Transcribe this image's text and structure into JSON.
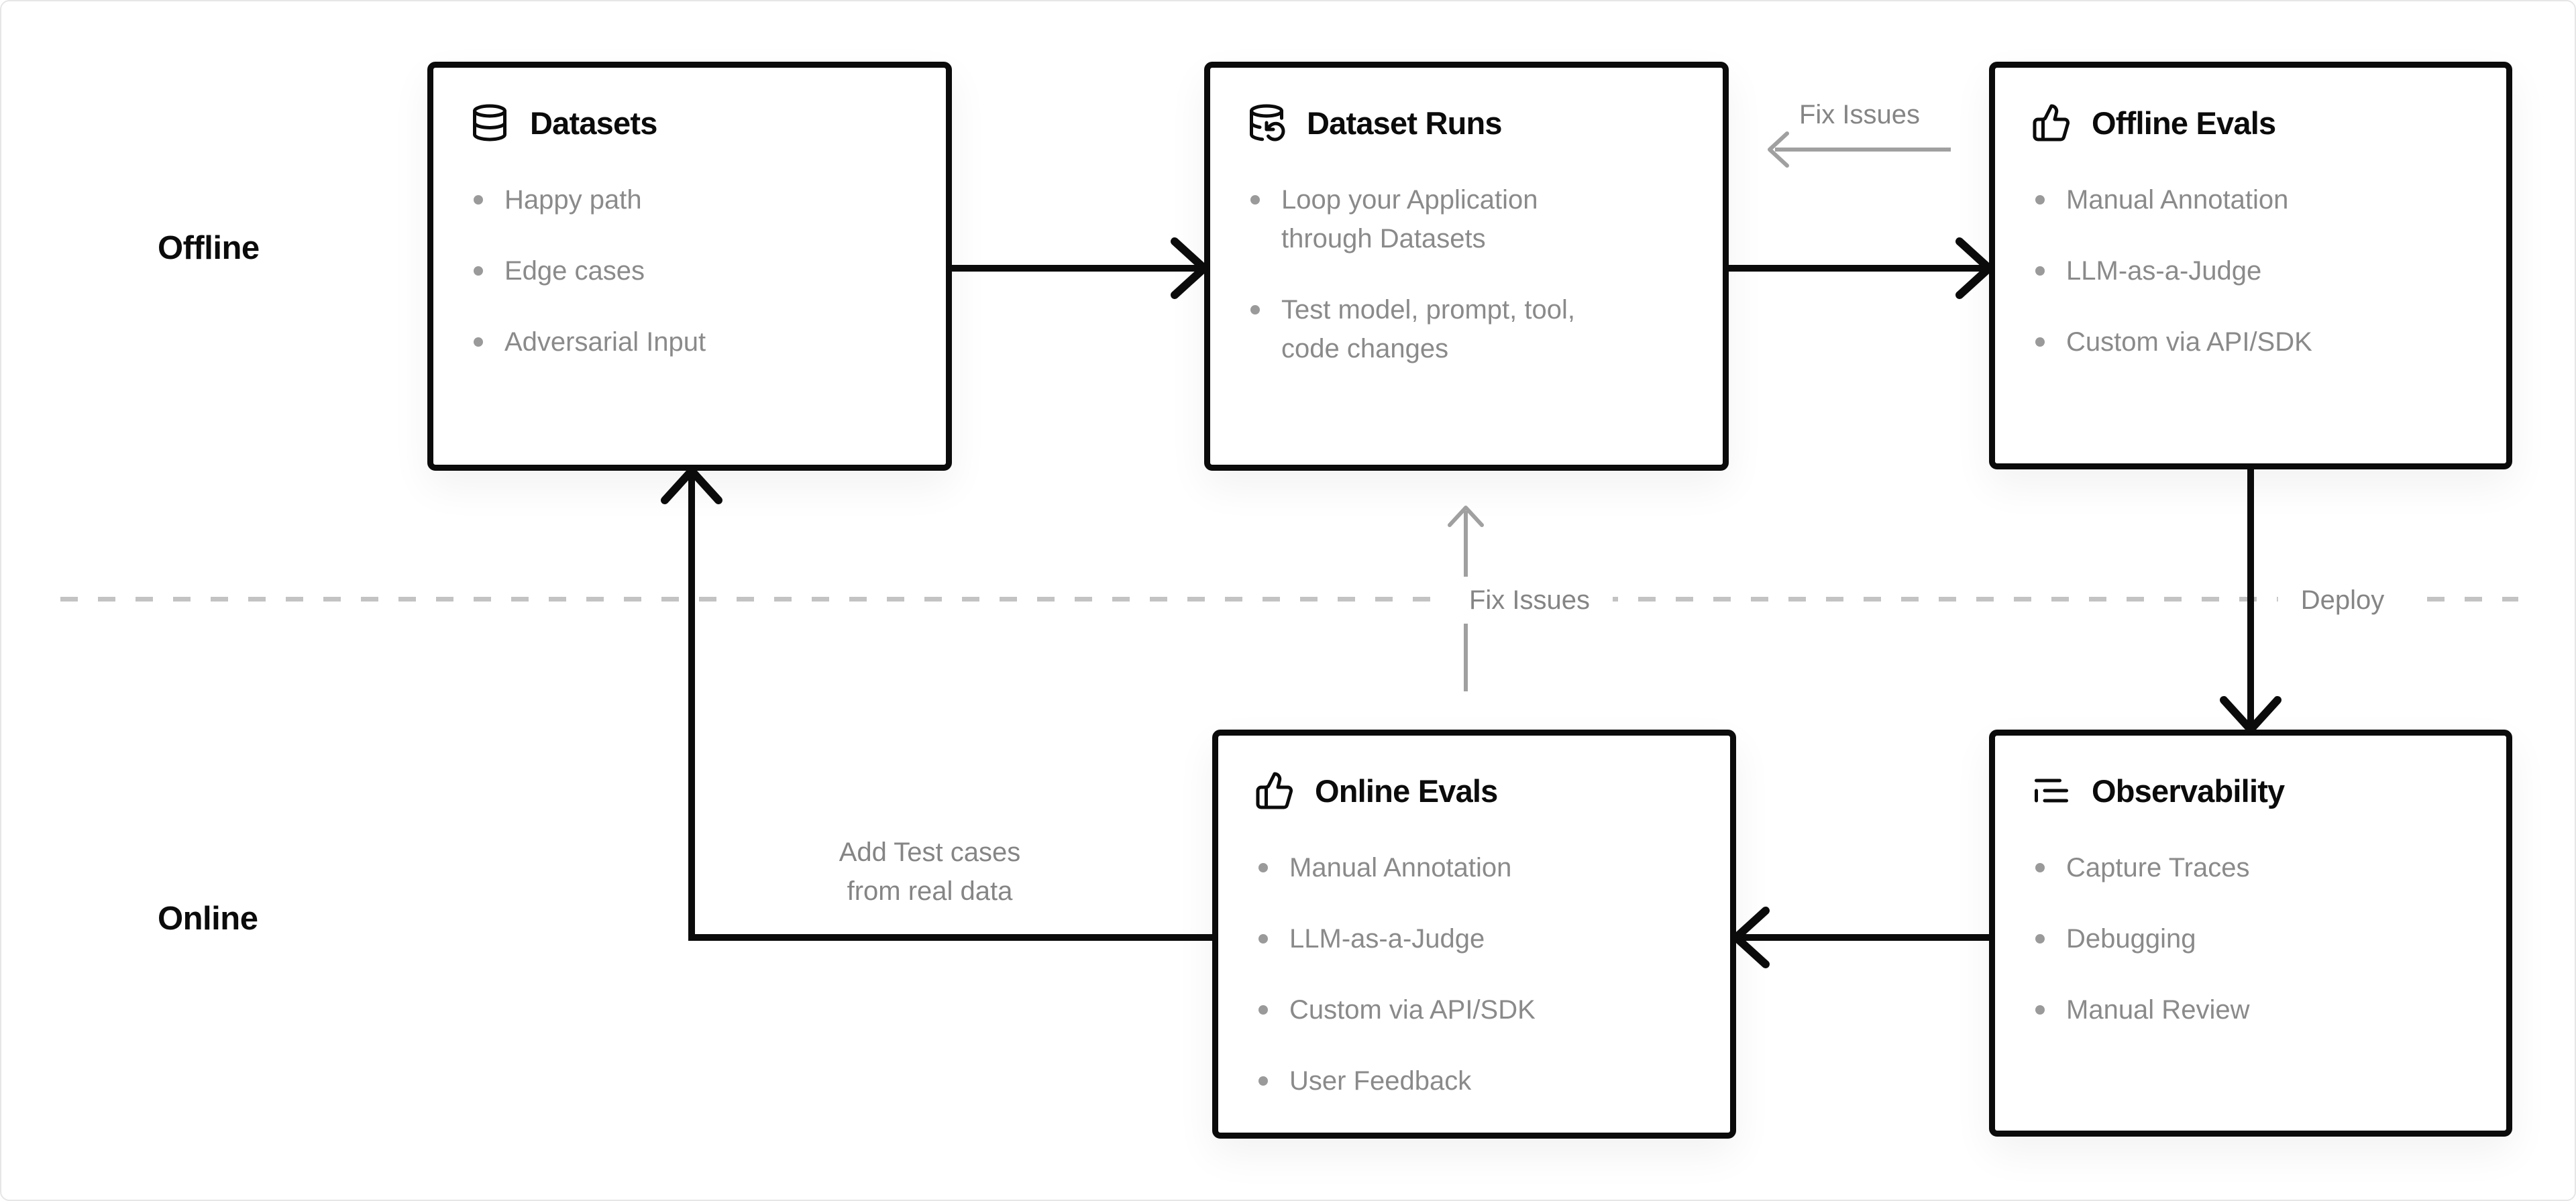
{
  "sections": {
    "offline_label": "Offline",
    "online_label": "Online"
  },
  "boxes": [
    {
      "id": "datasets",
      "icon": "database-icon",
      "title": "Datasets",
      "items": [
        "Happy path",
        "Edge cases",
        "Adversarial Input"
      ]
    },
    {
      "id": "dataset-runs",
      "icon": "database-backup-icon",
      "title": "Dataset Runs",
      "items": [
        "Loop your Application\nthrough Datasets",
        "Test model, prompt, tool,\ncode changes"
      ]
    },
    {
      "id": "offline-evals",
      "icon": "thumbs-up-icon",
      "title": "Offline Evals",
      "items": [
        "Manual Annotation",
        "LLM-as-a-Judge",
        "Custom via API/SDK"
      ]
    },
    {
      "id": "online-evals",
      "icon": "thumbs-up-icon",
      "title": "Online Evals",
      "items": [
        "Manual Annotation",
        "LLM-as-a-Judge",
        "Custom via API/SDK",
        "User Feedback"
      ]
    },
    {
      "id": "observability",
      "icon": "text-quote-icon",
      "title": "Observability",
      "items": [
        "Capture Traces",
        "Debugging",
        "Manual Review"
      ]
    }
  ],
  "labels": {
    "fix_issues_top": "Fix Issues",
    "fix_issues_mid": "Fix Issues",
    "deploy": "Deploy",
    "add_test_cases": "Add Test cases\nfrom real data"
  },
  "colors": {
    "box_border": "#0b0b0b",
    "title_text": "#0b0b0b",
    "bullet_text": "#8a8a8a",
    "gray_label": "#858585",
    "gray_arrow": "#a0a0a0",
    "dashed_line": "#c3c3c3",
    "background": "#ffffff"
  }
}
